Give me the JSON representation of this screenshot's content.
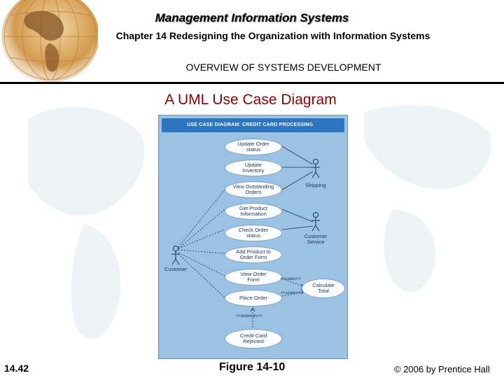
{
  "header": {
    "title": "Management Information Systems",
    "subtitle": "Chapter 14 Redesigning the Organization with Information Systems",
    "section": "OVERVIEW OF SYSTEMS DEVELOPMENT"
  },
  "slide_title": "A UML Use Case Diagram",
  "figure": {
    "heading": "USE CASE DIAGRAM: CREDIT CARD PROCESSING",
    "use_cases": [
      "Update Order\nstatus",
      "Update\nInventory",
      "View Outstanding\nOrders",
      "Get Product\nInformation",
      "Check Order\nstatus",
      "Add Product to\nOrder Form",
      "View Order\nForm",
      "Place Order",
      "Calculate\nTotal",
      "Credit Card\nRejected"
    ],
    "actors": {
      "shipping": "Shipping",
      "customer_service": "Customer\nService",
      "customer": "Customer"
    },
    "stereotypes": {
      "uses_1": "<<uses>>",
      "uses_2": "<<uses>>",
      "extends": "<<extends>>"
    }
  },
  "footer": {
    "slide_number": "14.42",
    "figure_label": "Figure 14-10",
    "copyright": "© 2006 by Prentice Hall"
  },
  "colors": {
    "title_red": "#8b0000",
    "figure_blue": "#9bc2e2",
    "figure_header_blue": "#2e75bf"
  }
}
